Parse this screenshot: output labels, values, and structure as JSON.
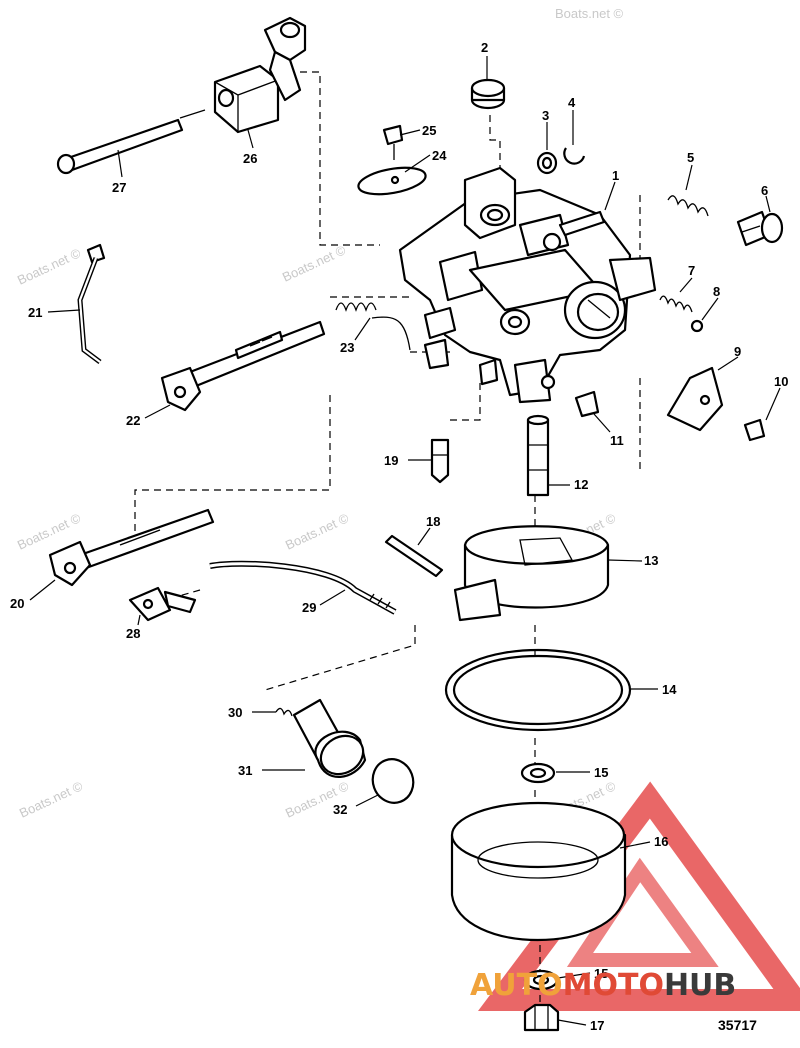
{
  "diagram": {
    "callouts": [
      "1",
      "2",
      "3",
      "4",
      "5",
      "6",
      "7",
      "8",
      "9",
      "10",
      "11",
      "12",
      "13",
      "14",
      "15",
      "16",
      "17",
      "18",
      "19",
      "20",
      "21",
      "22",
      "23",
      "24",
      "25",
      "26",
      "27",
      "28",
      "29",
      "30",
      "31",
      "32"
    ],
    "callout_15_second": "15",
    "figure_code": "35717"
  },
  "watermarks": {
    "site": "Boats.net ©"
  },
  "brand": {
    "auto": "AUTO",
    "moto": "MOTO",
    "hub": "HUB",
    "colors": {
      "auto": "#f0a23a",
      "moto": "#e04a36",
      "hub": "#3a3a3a",
      "triangle": "#e23a3a"
    }
  }
}
